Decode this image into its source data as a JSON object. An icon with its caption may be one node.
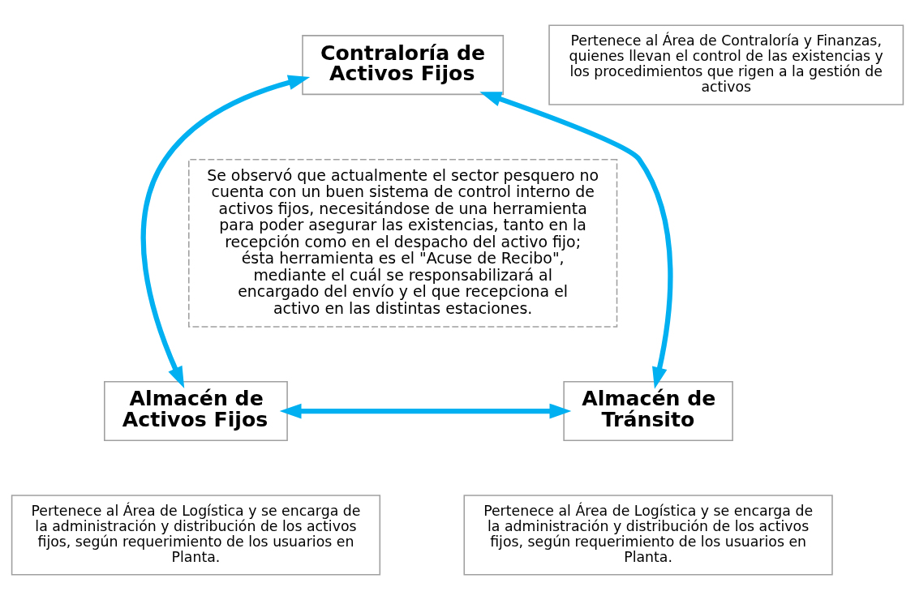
{
  "diagram": {
    "nodes": [
      {
        "text": [
          "Contraloría de Activos Fijos"
        ]
      },
      {
        "text": [
          "Pertenece al Área de Contraloría y Finanzas, quienes llevan el control de las existencias y los procedimientos que rigen a la gestión de activos"
        ]
      },
      {
        "text": [
          "Se observó que actualmente el sector pesquero no cuenta con un buen sistema de control interno de activos fijos, necesitándose de una herramienta para poder asegurar las existencias, tanto en la recepción como en el despacho del activo fijo; ésta herramienta es el \"Acuse de Recibo\", mediante el cuál se responsabilizará al encargado del envío y el que recepciona el activo en las distintas estaciones."
        ]
      },
      {
        "text": [
          "Almacén de Activos Fijos"
        ]
      },
      {
        "text": [
          "Pertenece al Área de Logística y se encarga de la administración y distribución de los activos fijos, según requerimiento de los usuarios en Planta."
        ]
      },
      {
        "text": [
          "Almacén de Tránsito"
        ]
      },
      {
        "text": [
          "Pertenece al Área de Logística y se encarga de la administración y distribución de los activos fijos, según requerimiento de los usuarios en Planta."
        ]
      }
    ],
    "edges": [
      {
        "from": 3,
        "to": 0,
        "arrow": "both"
      },
      {
        "from": 0,
        "to": 5,
        "arrow": "both"
      },
      {
        "from": 3,
        "to": 5,
        "arrow": "both"
      }
    ]
  }
}
